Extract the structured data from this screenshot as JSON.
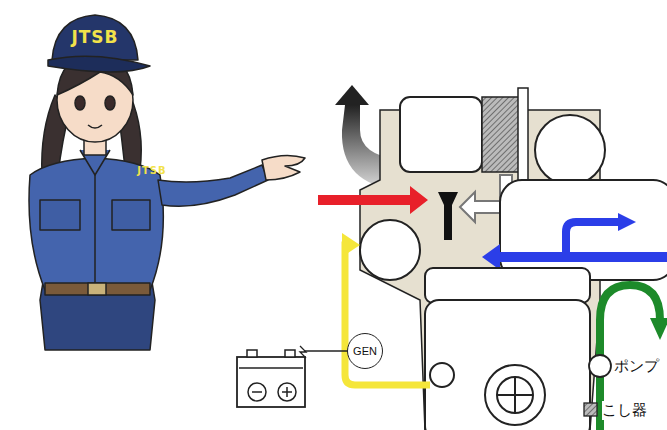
{
  "diagram": {
    "nodes": [
      {
        "text": [
          "GEN"
        ]
      }
    ],
    "labels": [
      "JTSB",
      "JTSB"
    ],
    "legend": [
      {
        "text": "ポンプ"
      },
      {
        "text": "こし器"
      }
    ]
  }
}
